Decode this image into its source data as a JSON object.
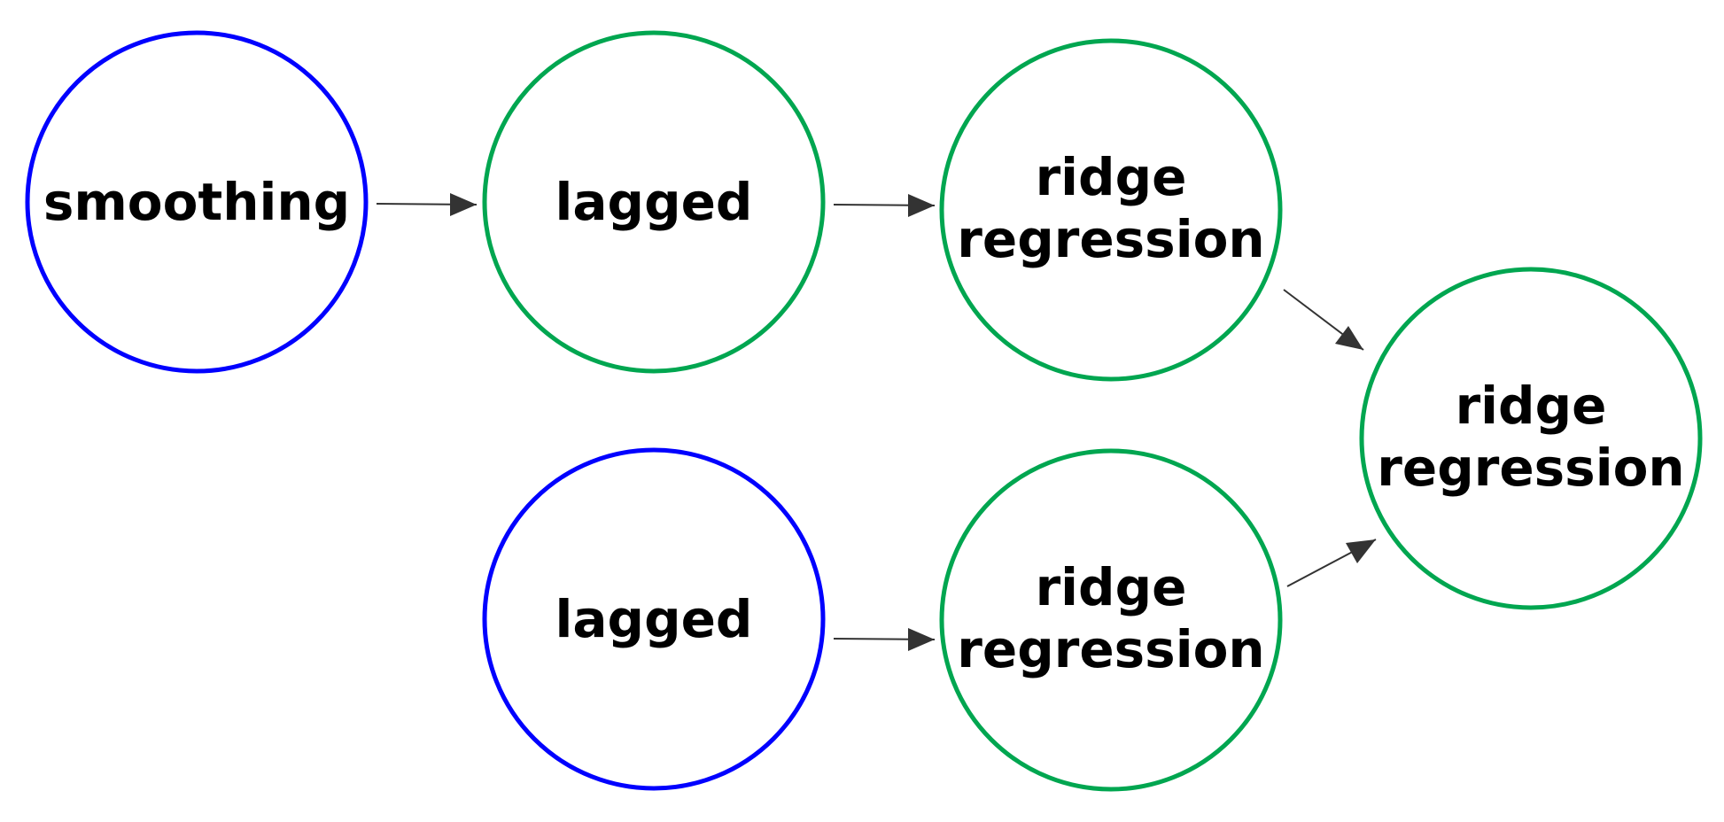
{
  "colors": {
    "input_node_border": "#0000ff",
    "model_node_border": "#00a650",
    "arrow": "#333333",
    "label": "#000000",
    "background": "#ffffff"
  },
  "nodes": {
    "smoothing": {
      "lines": [
        "smoothing"
      ],
      "kind": "input"
    },
    "lagged_top": {
      "lines": [
        "lagged"
      ],
      "kind": "model"
    },
    "ridge_top": {
      "lines": [
        "ridge",
        "regression"
      ],
      "kind": "model"
    },
    "ridge_final": {
      "lines": [
        "ridge",
        "regression"
      ],
      "kind": "model"
    },
    "lagged_bottom": {
      "lines": [
        "lagged"
      ],
      "kind": "input"
    },
    "ridge_bottom": {
      "lines": [
        "ridge",
        "regression"
      ],
      "kind": "model"
    }
  },
  "edges": [
    {
      "from": "smoothing",
      "to": "lagged_top"
    },
    {
      "from": "lagged_top",
      "to": "ridge_top"
    },
    {
      "from": "ridge_top",
      "to": "ridge_final"
    },
    {
      "from": "lagged_bottom",
      "to": "ridge_bottom"
    },
    {
      "from": "ridge_bottom",
      "to": "ridge_final"
    }
  ]
}
